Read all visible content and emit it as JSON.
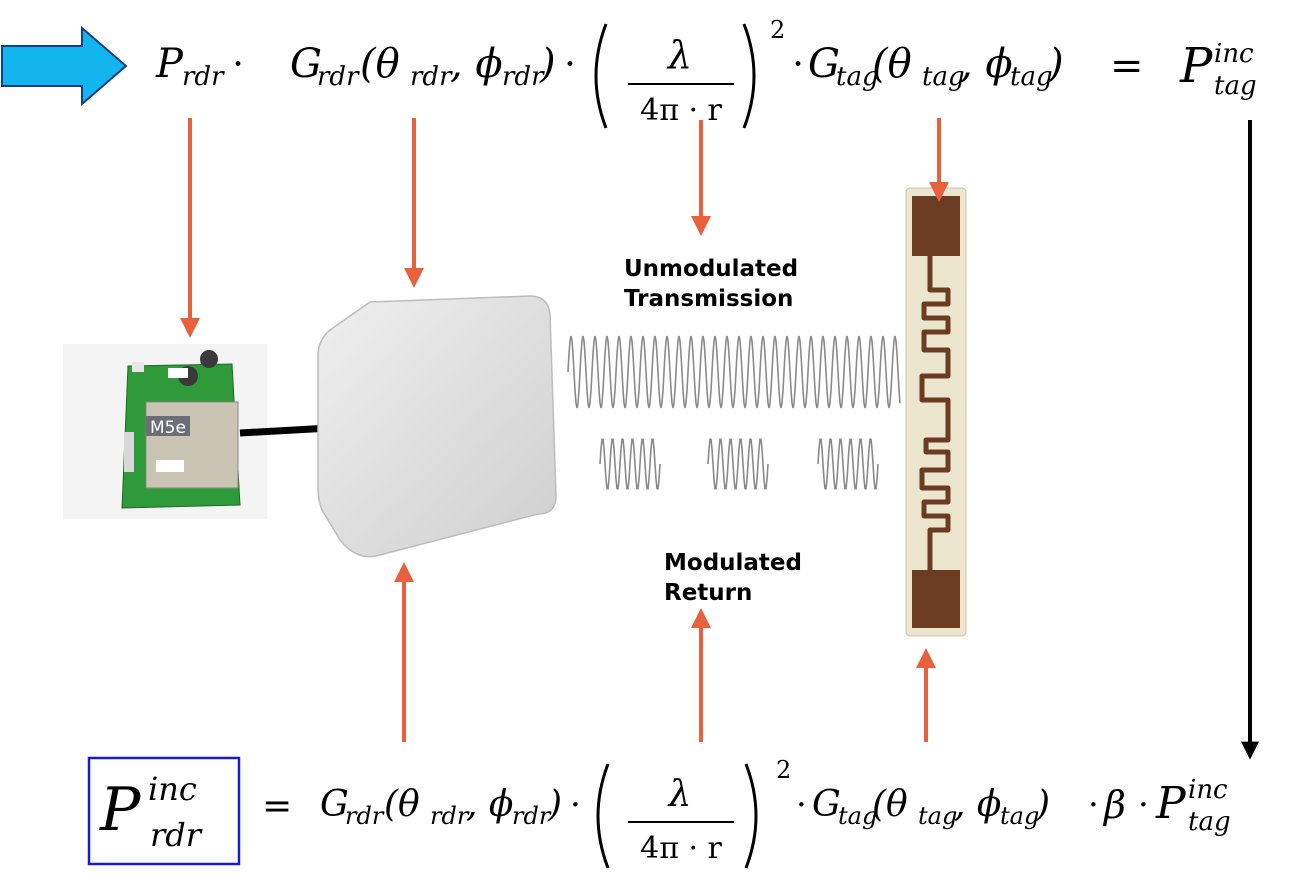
{
  "diagram": {
    "forward_equation": {
      "p_reader": "P",
      "p_reader_sub": "rdr",
      "dot": "·",
      "g_reader": "G",
      "g_reader_sub": "rdr",
      "g_reader_args": "(θ",
      "g_reader_args_sub1": "rdr",
      "g_reader_args_mid": ", ϕ",
      "g_reader_args_sub2": "rdr",
      "g_reader_args_end": ")",
      "lambda": "λ",
      "denominator": "4π · r",
      "exponent": "2",
      "g_tag": "G",
      "g_tag_sub": "tag",
      "g_tag_args": "(θ",
      "g_tag_args_sub1": "tag",
      "g_tag_args_mid": ", ϕ",
      "g_tag_args_sub2": "tag",
      "g_tag_args_end": ")",
      "equals": "=",
      "p_tag": "P",
      "p_tag_sup": "inc",
      "p_tag_sub": "tag"
    },
    "return_equation": {
      "p_reader": "P",
      "p_reader_sup": "inc",
      "p_reader_sub": "rdr",
      "equals": "=",
      "dot": "·",
      "g_reader": "G",
      "g_reader_sub": "rdr",
      "g_reader_args": "(θ",
      "g_reader_args_sub1": "rdr",
      "g_reader_args_mid": ", ϕ",
      "g_reader_args_sub2": "rdr",
      "g_reader_args_end": ")",
      "lambda": "λ",
      "denominator": "4π · r",
      "exponent": "2",
      "g_tag": "G",
      "g_tag_sub": "tag",
      "g_tag_args": "(θ",
      "g_tag_args_sub1": "tag",
      "g_tag_args_mid": ", ϕ",
      "g_tag_args_sub2": "tag",
      "g_tag_args_end": ")",
      "beta": "β",
      "p_tag": "P",
      "p_tag_sup": "inc",
      "p_tag_sub": "tag"
    },
    "labels": {
      "unmodulated_line1": "Unmodulated",
      "unmodulated_line2": "Transmission",
      "modulated_line1": "Modulated",
      "modulated_line2": "Return"
    },
    "board_chip_label": "M5e",
    "colors": {
      "input_arrow": "#12b5ee",
      "annotation_arrow": "#e8603c",
      "result_box": "#1a1ad6",
      "wave": "#8a8a8a",
      "antenna": "#dcdcdc",
      "tag_body": "#ede6cf",
      "tag_trace": "#6b3c22",
      "board": "#2f9a3a"
    }
  }
}
